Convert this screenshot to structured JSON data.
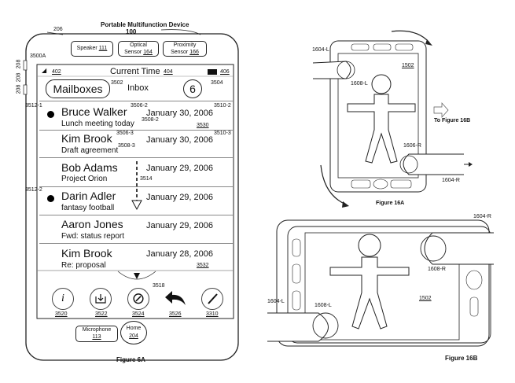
{
  "header": {
    "device_title": "Portable Multifunction Device",
    "device_ref": "100",
    "ref_206": "206",
    "ref_3500a": "3500A",
    "ref_208a": "208",
    "ref_208b": "208",
    "ref_208c": "208"
  },
  "top_buttons": [
    {
      "line1": "Speaker",
      "num": "111"
    },
    {
      "line1": "Optical",
      "line2": "Sensor",
      "num": "164"
    },
    {
      "line1": "Proximity",
      "line2": "Sensor",
      "num": "166"
    }
  ],
  "status_bar": {
    "ref_402": "402",
    "time_label": "Current Time",
    "ref_404": "404",
    "ref_406": "406"
  },
  "mail_header": {
    "mailboxes": "Mailboxes",
    "ref_3502": "3502",
    "inbox": "Inbox",
    "count": "6",
    "ref_3504": "3504"
  },
  "messages": [
    {
      "sender": "Bruce Walker",
      "date": "January 30, 2006",
      "subject": "Lunch meeting today",
      "unread": true,
      "ref_left": "3512-1",
      "ref_name": "3506-2",
      "ref_right": "3510-2",
      "ref_subject": "3508-2",
      "ref_bottom": "3530"
    },
    {
      "sender": "Kim Brook",
      "date": "January 30, 2006",
      "subject": "Draft agreement",
      "unread": false,
      "ref_name": "3506-3",
      "ref_right": "3510-3",
      "ref_subject": "3508-3"
    },
    {
      "sender": "Bob Adams",
      "date": "January 29, 2006",
      "subject": "Project Orion",
      "unread": false,
      "ref_subject": "3514"
    },
    {
      "sender": "Darin Adler",
      "date": "January 29, 2006",
      "subject": "fantasy football",
      "unread": true,
      "ref_left": "3512-2"
    },
    {
      "sender": "Aaron Jones",
      "date": "January 29, 2006",
      "subject": "Fwd: status report",
      "unread": false
    },
    {
      "sender": "Kim Brook",
      "date": "January 28, 2006",
      "subject": "Re: proposal",
      "unread": false,
      "ref_bottom": "3532"
    }
  ],
  "toolbar": {
    "ref_3518": "3518",
    "items": [
      {
        "icon": "info-icon",
        "glyph": "i",
        "ref": "3520"
      },
      {
        "icon": "move-to-folder-icon",
        "glyph": "",
        "ref": "3522"
      },
      {
        "icon": "delete-icon",
        "glyph": "⊘",
        "ref": "3524"
      },
      {
        "icon": "reply-icon",
        "glyph": "",
        "ref": "3526"
      },
      {
        "icon": "compose-icon",
        "glyph": "",
        "ref": "3310"
      }
    ]
  },
  "bottom_buttons": {
    "microphone": "Microphone",
    "microphone_num": "113",
    "home": "Home",
    "home_num": "204"
  },
  "fig6a_caption": "Figure 6A",
  "fig16a": {
    "caption": "Figure 16A",
    "to_label": "To Figure 16B",
    "ref_1604l": "1604-L",
    "ref_1608l": "1608-L",
    "ref_1502": "1502",
    "ref_1606r": "1606-R",
    "ref_1604r": "1604-R"
  },
  "fig16b": {
    "caption": "Figure 16B",
    "ref_1604r": "1604-R",
    "ref_1608r": "1608-R",
    "ref_1604l": "1604-L",
    "ref_1608l": "1608-L",
    "ref_1502": "1502"
  },
  "colors": {
    "ink": "#111111",
    "background": "#ffffff",
    "divider": "#888888"
  }
}
